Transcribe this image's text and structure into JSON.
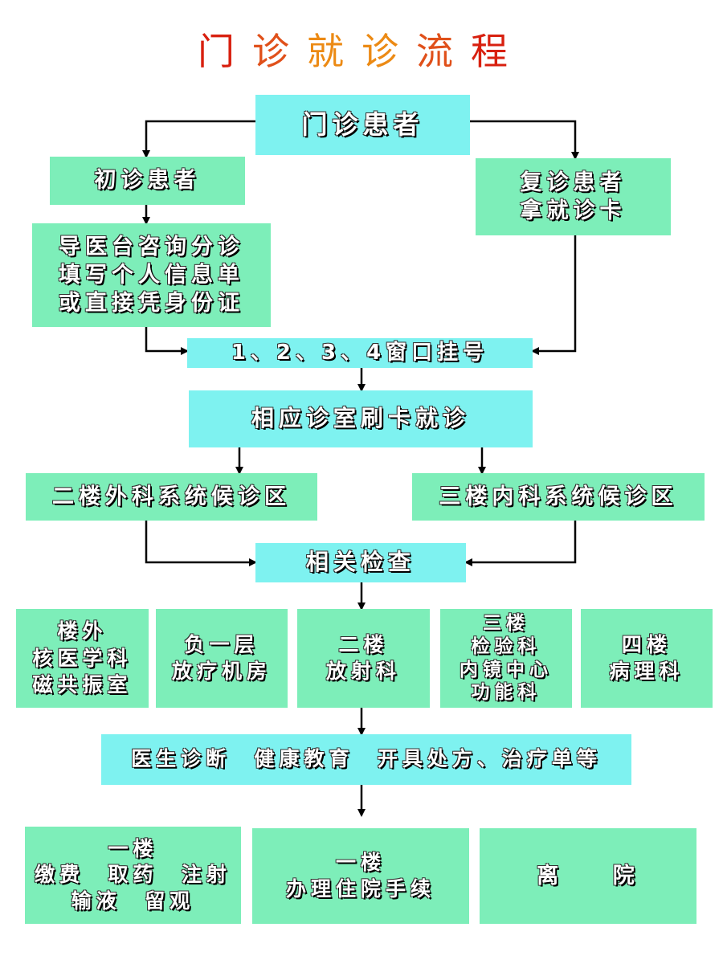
{
  "title": [
    "门",
    "诊",
    "就",
    "诊",
    "流",
    "程"
  ],
  "title_colors": [
    "#d8200f",
    "#e0501a",
    "#ec8a14",
    "#ec8a14",
    "#e0501a",
    "#d8200f"
  ],
  "colors": {
    "cyan": "#7ef2f0",
    "green": "#7deeb9"
  },
  "nodes": {
    "outpatient": [
      "门诊患者"
    ],
    "first_visit": [
      "初诊患者"
    ],
    "return_visit": [
      "复诊患者",
      "拿就诊卡"
    ],
    "guide_desk": [
      "导医台咨询分诊",
      "填写个人信息单",
      "或直接凭身份证"
    ],
    "registration": [
      "1、2、3、4窗口挂号"
    ],
    "consult_room": [
      "相应诊室刷卡就诊"
    ],
    "surgery_wait": [
      "二楼外科系统候诊区"
    ],
    "internal_wait": [
      "三楼内科系统候诊区"
    ],
    "exams": [
      "相关检查"
    ],
    "exam_outside": [
      "楼外",
      "核医学科",
      "磁共振室"
    ],
    "exam_b1": [
      "负一层",
      "放疗机房"
    ],
    "exam_2f": [
      "二楼",
      "放射科"
    ],
    "exam_3f": [
      "三楼",
      "检验科",
      "内镜中心",
      "功能科"
    ],
    "exam_4f": [
      "四楼",
      "病理科"
    ],
    "diagnosis": [
      "医生诊断  健康教育  开具处方、治疗单等"
    ],
    "first_floor_pay": [
      "一楼",
      "缴费  取药  注射",
      "输液  留观"
    ],
    "first_floor_admit": [
      "一楼",
      "办理住院手续"
    ],
    "leave": [
      "离    院"
    ]
  }
}
